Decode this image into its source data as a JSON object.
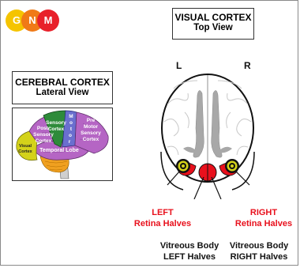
{
  "logo": {
    "letters": [
      "G",
      "N",
      "M"
    ],
    "colors": [
      "#f5c400",
      "#f07a17",
      "#e8202a"
    ]
  },
  "visual_box": {
    "line1": "VISUAL CORTEX",
    "line2": "Top View"
  },
  "cerebral_box": {
    "line1": "CEREBRAL CORTEX",
    "line2": "Lateral View"
  },
  "brain_labels": {
    "sensory": [
      "Sensory",
      "Cortex"
    ],
    "motor": [
      "M",
      "o",
      "t",
      "o",
      "r"
    ],
    "premotor": [
      "Pre",
      "Motor",
      "Sensory",
      "Cortex"
    ],
    "post": [
      "Post-",
      "Sensory",
      "Cortex"
    ],
    "visual": [
      "Visual",
      "Cortex"
    ],
    "temporal": "Temporal Lobe"
  },
  "side_labels": {
    "left": "L",
    "right": "R"
  },
  "retina_left": [
    "LEFT",
    "Retina Halves"
  ],
  "retina_right": [
    "RIGHT",
    "Retina Halves"
  ],
  "vitreous_left": [
    "Vitreous Body",
    "LEFT Halves"
  ],
  "vitreous_right": [
    "Vitreous Body",
    "RIGHT Halves"
  ],
  "colors": {
    "accent_red": "#e8101c",
    "brain_purple": "#b565c4",
    "brain_green": "#2e8b3a",
    "brain_blue": "#6a6fcf",
    "brain_yellow": "#d4d21a",
    "cerebellum_orange": "#f0a020"
  }
}
